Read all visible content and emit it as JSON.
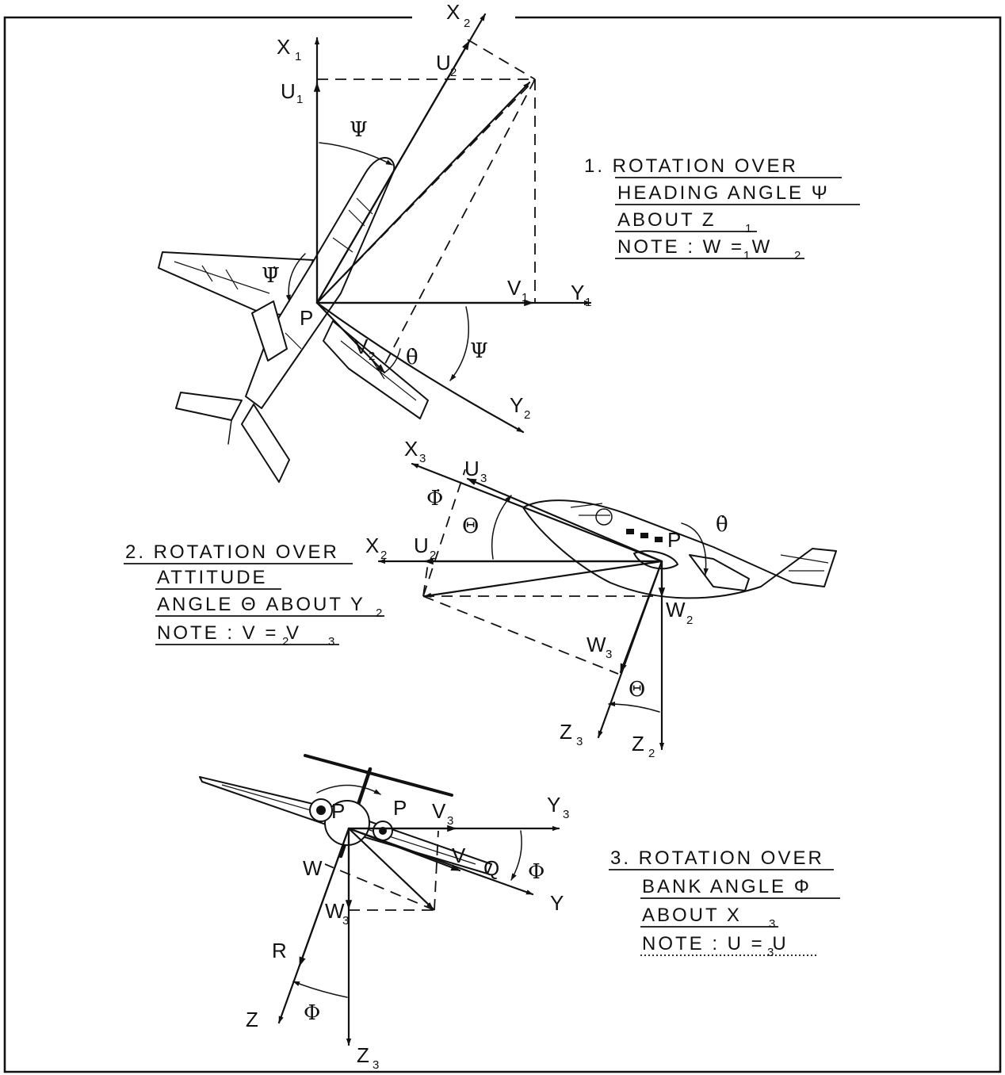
{
  "colors": {
    "ink": "#111111",
    "paper": "#ffffff"
  },
  "panel1": {
    "caption": [
      "1. ROTATION OVER",
      "HEADING ANGLE Ψ",
      "ABOUT Z",
      "NOTE : W = W"
    ],
    "caption_sub": {
      "about_z": "1",
      "note_w_left": "1",
      "note_w_right": "2"
    },
    "labels": {
      "x1": "X",
      "x1_sub": "1",
      "x2": "X",
      "x2_sub": "2",
      "u1": "U",
      "u1_sub": "1",
      "u2": "U",
      "u2_sub": "2",
      "v1": "V",
      "v1_sub": "1",
      "v2": "V",
      "v2_sub": "2",
      "y1": "Y",
      "y1_sub": "1",
      "y2": "Y",
      "y2_sub": "2",
      "p": "P",
      "psi_top": "Ψ",
      "psi_right": "Ψ",
      "psi_dot": "Ψ̇",
      "theta_dot": "θ̇"
    }
  },
  "panel2": {
    "caption": [
      "2. ROTATION OVER",
      "ATTITUDE",
      "ANGLE Θ ABOUT Y",
      "NOTE : V = V"
    ],
    "caption_sub": {
      "about_y": "2",
      "note_v_left": "2",
      "note_v_right": "3"
    },
    "labels": {
      "x3": "X",
      "x3_sub": "3",
      "u3": "U",
      "u3_sub": "3",
      "x2": "X",
      "x2_sub": "2",
      "u2": "U",
      "u2_sub": "2",
      "phi_dot": "Φ̇",
      "theta_left": "Θ",
      "p": "P",
      "theta_dot": "θ̇",
      "w2": "W",
      "w2_sub": "2",
      "w3": "W",
      "w3_sub": "3",
      "theta_bottom": "Θ",
      "z3": "Z",
      "z3_sub": "3",
      "z2": "Z",
      "z2_sub": "2"
    }
  },
  "panel3": {
    "caption": [
      "3. ROTATION OVER",
      "BANK ANGLE Φ",
      "ABOUT X",
      "NOTE : U = U"
    ],
    "caption_sub": {
      "about_x": "3",
      "note_u_left": "3"
    },
    "labels": {
      "p_center": "P",
      "p_rate": "P",
      "v3": "V",
      "v3_sub": "3",
      "y3": "Y",
      "y3_sub": "3",
      "v": "V",
      "q": "Q",
      "phi_right": "Φ",
      "y": "Y",
      "w": "W",
      "w3": "W",
      "w3_sub": "3",
      "r": "R",
      "z": "Z",
      "phi_bottom": "Φ",
      "z3": "Z",
      "z3_sub": "3"
    }
  }
}
